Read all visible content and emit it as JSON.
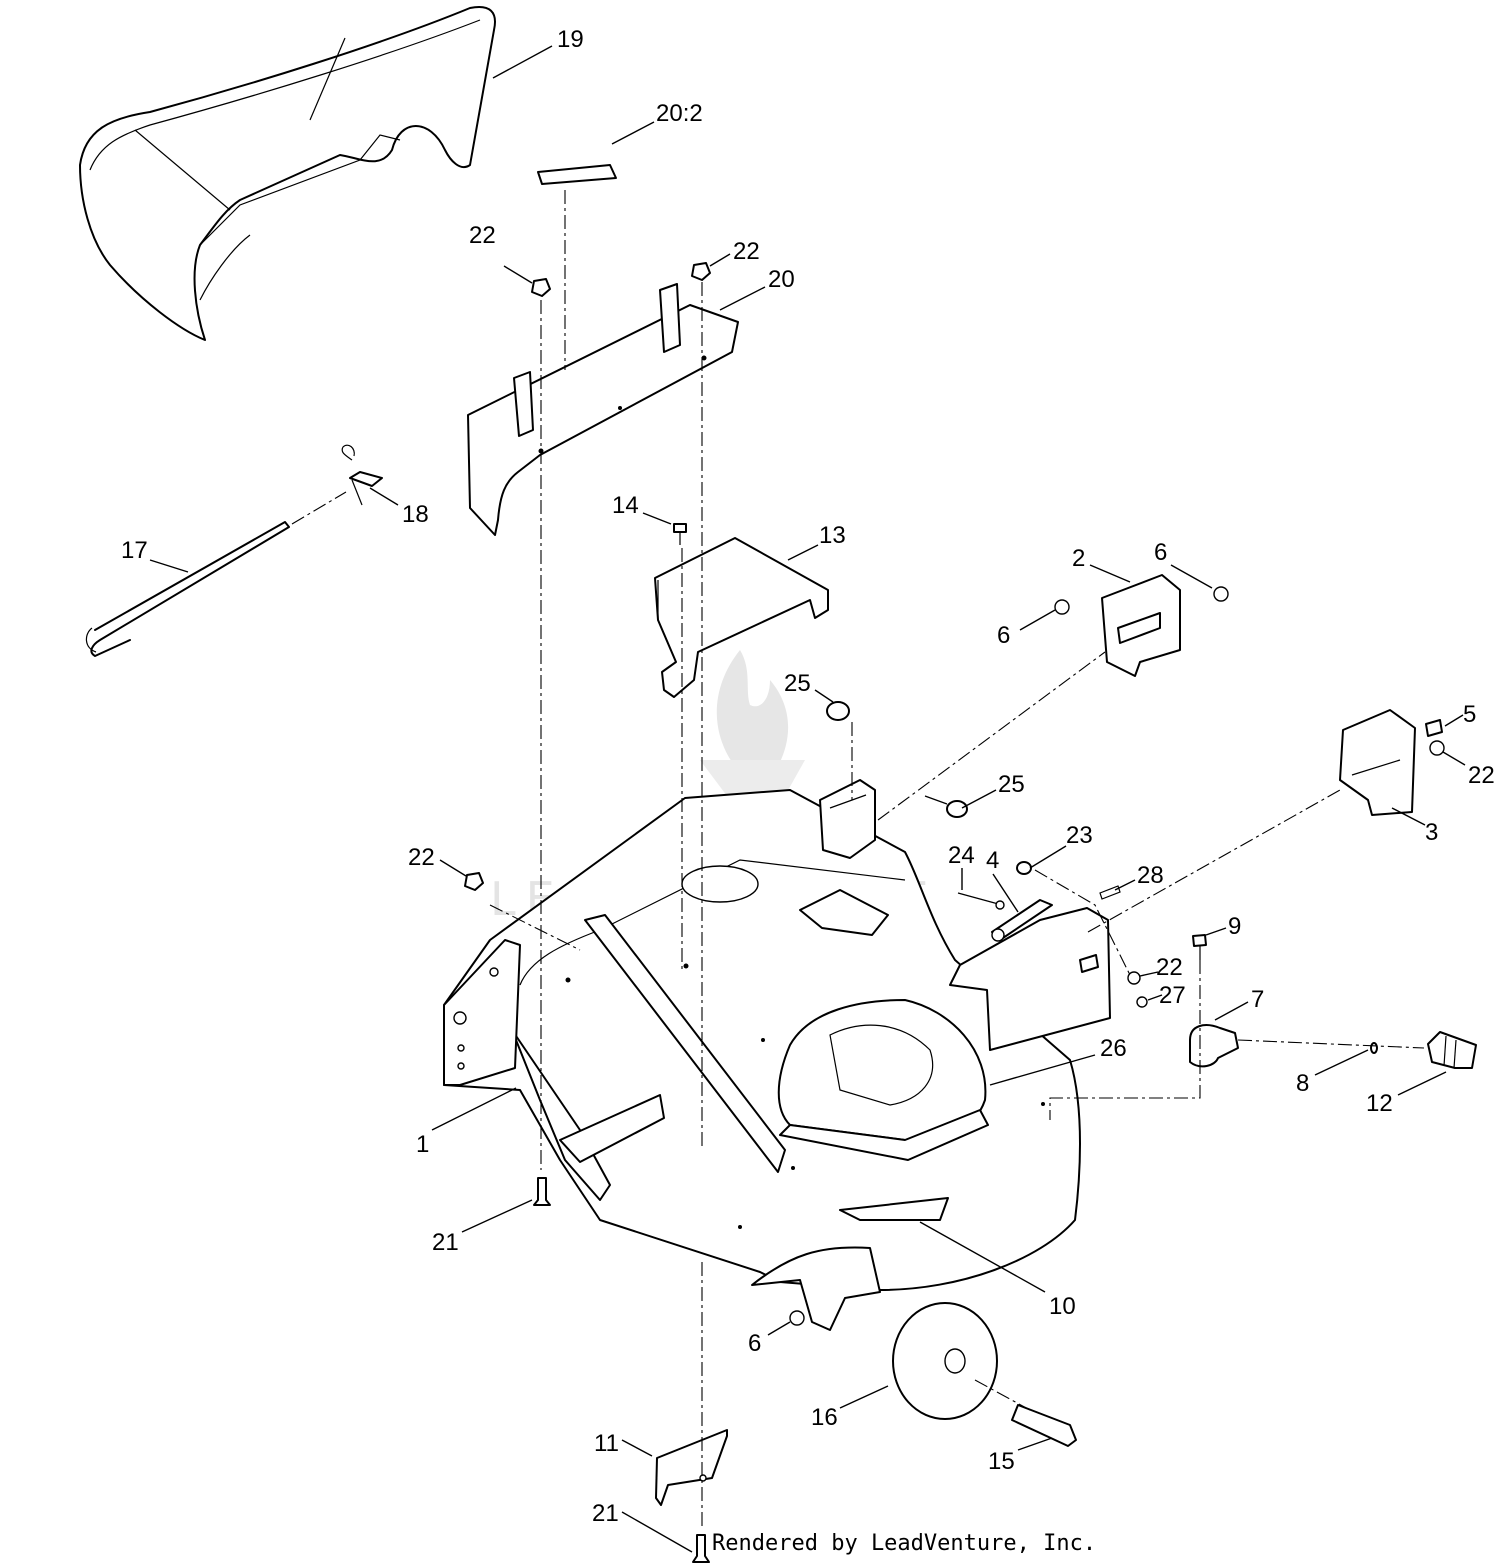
{
  "diagram": {
    "watermark": "LEADVENTURE",
    "credit": "Rendered by LeadVenture, Inc.",
    "callouts": [
      {
        "id": "c19",
        "text": "19"
      },
      {
        "id": "c20_2",
        "text": "20:2"
      },
      {
        "id": "c22a",
        "text": "22"
      },
      {
        "id": "c22b",
        "text": "22"
      },
      {
        "id": "c20",
        "text": "20"
      },
      {
        "id": "c18",
        "text": "18"
      },
      {
        "id": "c17",
        "text": "17"
      },
      {
        "id": "c14",
        "text": "14"
      },
      {
        "id": "c13",
        "text": "13"
      },
      {
        "id": "c2",
        "text": "2"
      },
      {
        "id": "c6a",
        "text": "6"
      },
      {
        "id": "c6b",
        "text": "6"
      },
      {
        "id": "c25a",
        "text": "25"
      },
      {
        "id": "c5",
        "text": "5"
      },
      {
        "id": "c22c",
        "text": "22"
      },
      {
        "id": "c3",
        "text": "3"
      },
      {
        "id": "c25b",
        "text": "25"
      },
      {
        "id": "c22d",
        "text": "22"
      },
      {
        "id": "c24",
        "text": "24"
      },
      {
        "id": "c4",
        "text": "4"
      },
      {
        "id": "c23",
        "text": "23"
      },
      {
        "id": "c28",
        "text": "28"
      },
      {
        "id": "c9",
        "text": "9"
      },
      {
        "id": "c22e",
        "text": "22"
      },
      {
        "id": "c27",
        "text": "27"
      },
      {
        "id": "c7",
        "text": "7"
      },
      {
        "id": "c26",
        "text": "26"
      },
      {
        "id": "c8",
        "text": "8"
      },
      {
        "id": "c12",
        "text": "12"
      },
      {
        "id": "c1",
        "text": "1"
      },
      {
        "id": "c21a",
        "text": "21"
      },
      {
        "id": "c10",
        "text": "10"
      },
      {
        "id": "c6c",
        "text": "6"
      },
      {
        "id": "c16",
        "text": "16"
      },
      {
        "id": "c15",
        "text": "15"
      },
      {
        "id": "c11",
        "text": "11"
      },
      {
        "id": "c21b",
        "text": "21"
      }
    ]
  }
}
